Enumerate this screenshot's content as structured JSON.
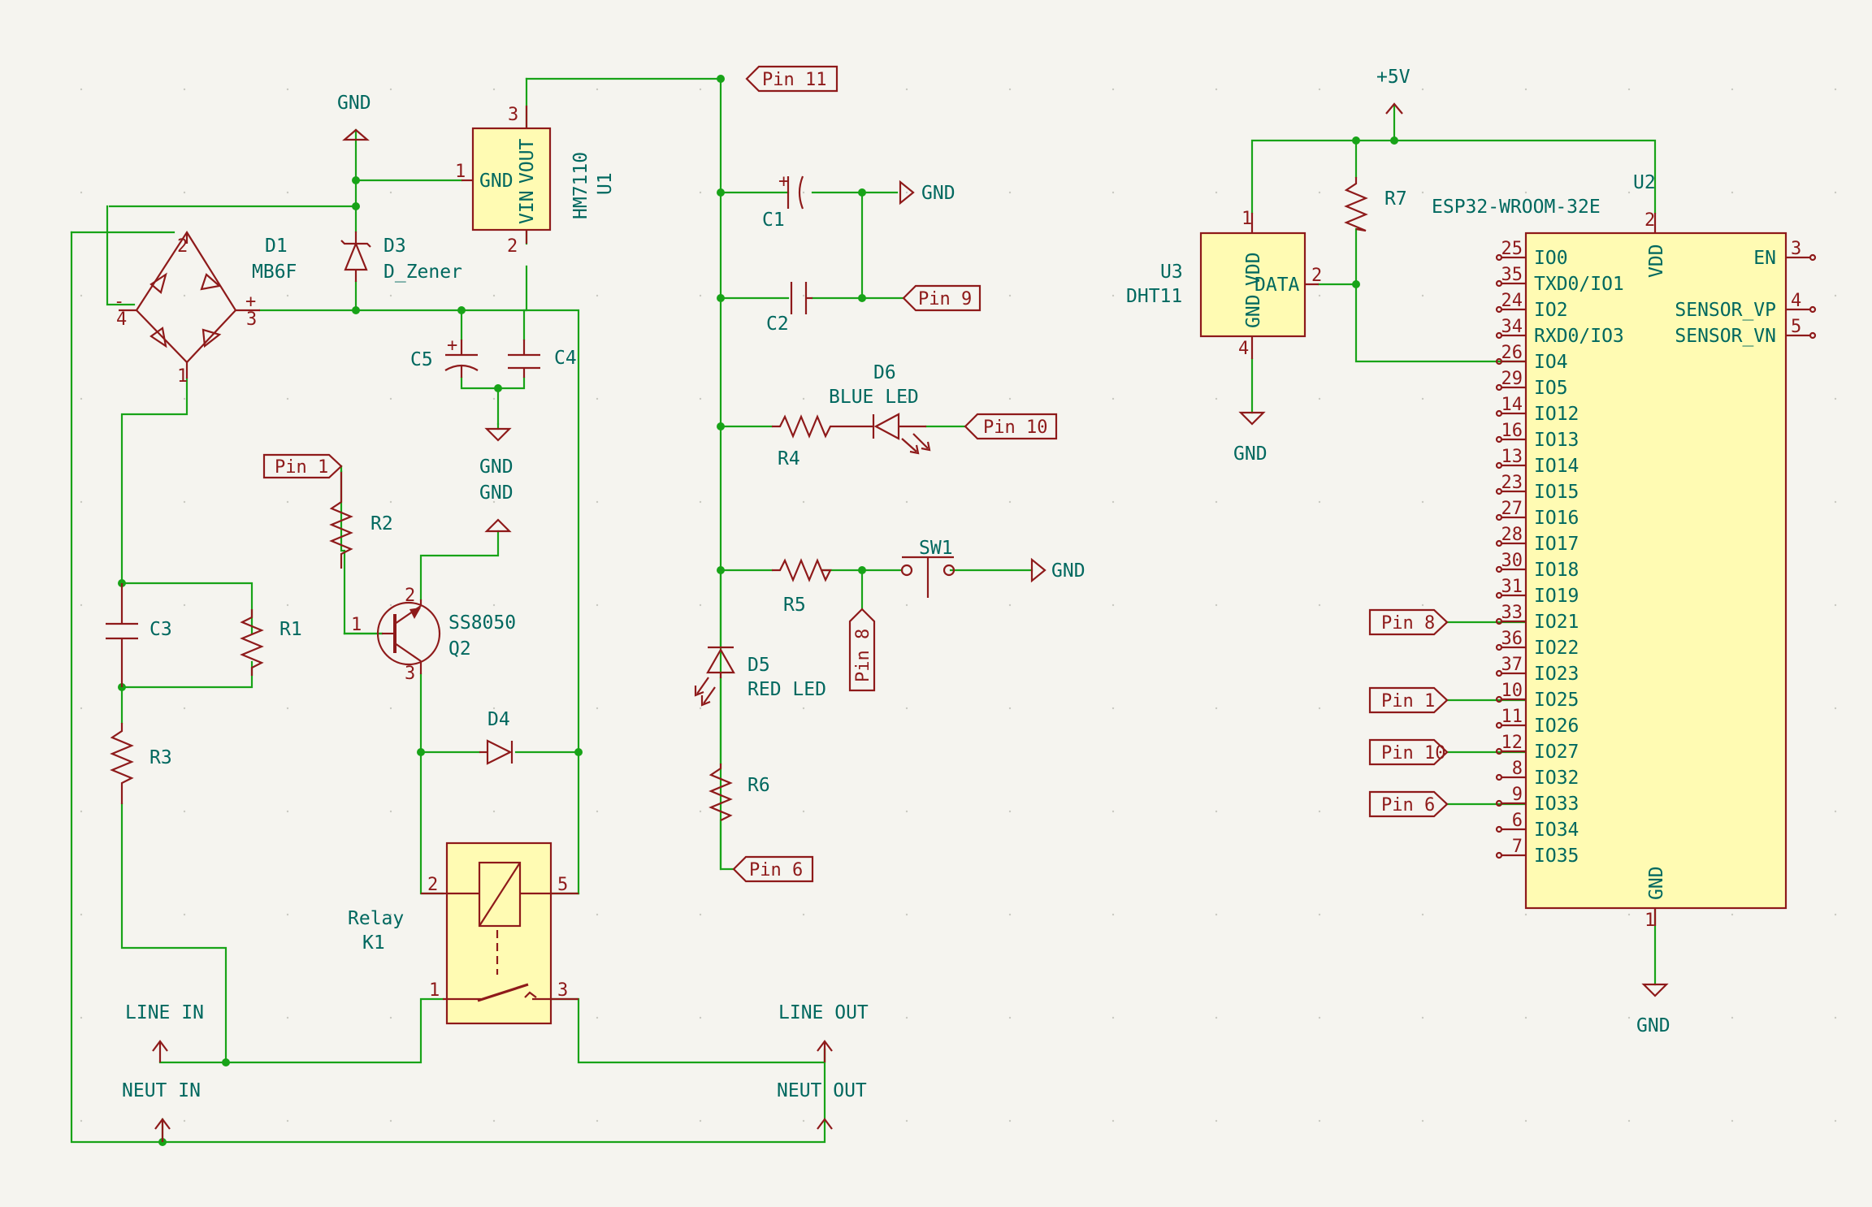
{
  "diagram": {
    "net_labels": {
      "gnd": "GND",
      "plus5v": "+5V",
      "line_in": "LINE IN",
      "neut_in": "NEUT IN",
      "line_out": "LINE OUT",
      "neut_out": "NEUT OUT",
      "pin1": "Pin 1",
      "pin6": "Pin 6",
      "pin8": "Pin 8",
      "pin9": "Pin 9",
      "pin10": "Pin 10",
      "pin11": "Pin 11"
    },
    "components": {
      "d1": {
        "ref": "D1",
        "value": "MB6F",
        "pins": [
          "2",
          "4",
          "3",
          "1",
          "-",
          "+"
        ]
      },
      "d3": {
        "ref": "D3",
        "value": "D_Zener"
      },
      "u1": {
        "ref": "U1",
        "value": "HM7110",
        "pin_gnd": "GND",
        "pin_vin": "VIN",
        "pin_vout": "VOUT",
        "pins": [
          "1",
          "2",
          "3"
        ]
      },
      "c1": {
        "ref": "C1"
      },
      "c2": {
        "ref": "C2"
      },
      "c3": {
        "ref": "C3"
      },
      "c4": {
        "ref": "C4"
      },
      "c5": {
        "ref": "C5"
      },
      "r1": {
        "ref": "R1"
      },
      "r2": {
        "ref": "R2"
      },
      "r3": {
        "ref": "R3"
      },
      "r4": {
        "ref": "R4"
      },
      "r5": {
        "ref": "R5"
      },
      "r6": {
        "ref": "R6"
      },
      "r7": {
        "ref": "R7"
      },
      "q2": {
        "ref": "Q2",
        "value": "SS8050",
        "pins": [
          "1",
          "2",
          "3"
        ]
      },
      "d4": {
        "ref": "D4"
      },
      "d5": {
        "ref": "D5",
        "value": "RED LED"
      },
      "d6": {
        "ref": "D6",
        "value": "BLUE LED"
      },
      "sw1": {
        "ref": "SW1"
      },
      "k1": {
        "ref": "K1",
        "value": "Relay",
        "pins": [
          "2",
          "5",
          "1",
          "3"
        ]
      },
      "u3": {
        "ref": "U3",
        "value": "DHT11",
        "pin_gnd": "GND",
        "pin_vdd": "VDD",
        "pin_data": "DATA",
        "pins": [
          "1",
          "2",
          "4"
        ]
      },
      "u2": {
        "ref": "U2",
        "value": "ESP32-WROOM-32E",
        "pin_vdd": "VDD",
        "pin_gnd": "GND",
        "pin_vdd_num": "2",
        "pin_gnd_num": "1",
        "left_pins": [
          {
            "num": "25",
            "name": "IO0"
          },
          {
            "num": "35",
            "name": "TXD0/IO1"
          },
          {
            "num": "24",
            "name": "IO2"
          },
          {
            "num": "34",
            "name": "RXD0/IO3"
          },
          {
            "num": "26",
            "name": "IO4"
          },
          {
            "num": "29",
            "name": "IO5"
          },
          {
            "num": "14",
            "name": "IO12"
          },
          {
            "num": "16",
            "name": "IO13"
          },
          {
            "num": "13",
            "name": "IO14"
          },
          {
            "num": "23",
            "name": "IO15"
          },
          {
            "num": "27",
            "name": "IO16"
          },
          {
            "num": "28",
            "name": "IO17"
          },
          {
            "num": "30",
            "name": "IO18"
          },
          {
            "num": "31",
            "name": "IO19"
          },
          {
            "num": "33",
            "name": "IO21"
          },
          {
            "num": "36",
            "name": "IO22"
          },
          {
            "num": "37",
            "name": "IO23"
          },
          {
            "num": "10",
            "name": "IO25"
          },
          {
            "num": "11",
            "name": "IO26"
          },
          {
            "num": "12",
            "name": "IO27"
          },
          {
            "num": "8",
            "name": "IO32"
          },
          {
            "num": "9",
            "name": "IO33"
          },
          {
            "num": "6",
            "name": "IO34"
          },
          {
            "num": "7",
            "name": "IO35"
          }
        ],
        "right_pins": [
          {
            "num": "3",
            "name": "EN"
          },
          {
            "num": "4",
            "name": "SENSOR_VP"
          },
          {
            "num": "5",
            "name": "SENSOR_VN"
          }
        ]
      }
    }
  }
}
